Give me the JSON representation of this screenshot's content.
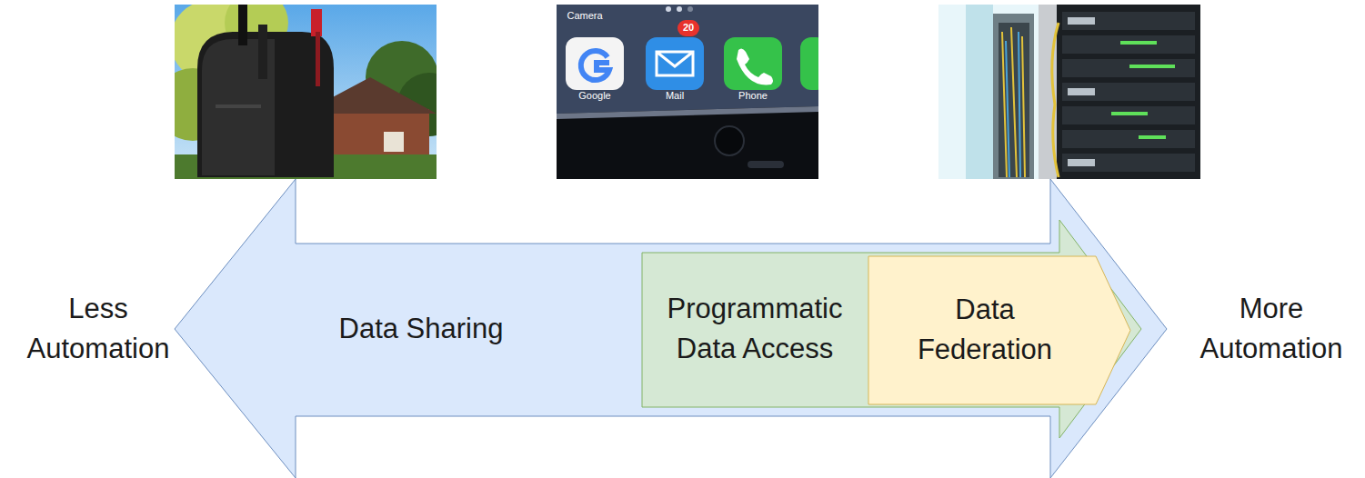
{
  "diagram": {
    "nodes": [
      {
        "text": [
          "Data Sharing"
        ]
      },
      {
        "text": [
          "Programmatic Data Access"
        ],
        "in": 0
      },
      {
        "text": [
          "Data Federation"
        ],
        "in": 1
      }
    ],
    "labels": [
      "Less Automation",
      "More Automation",
      "Camera",
      "20",
      "Google",
      "Mail",
      "Phone"
    ]
  }
}
